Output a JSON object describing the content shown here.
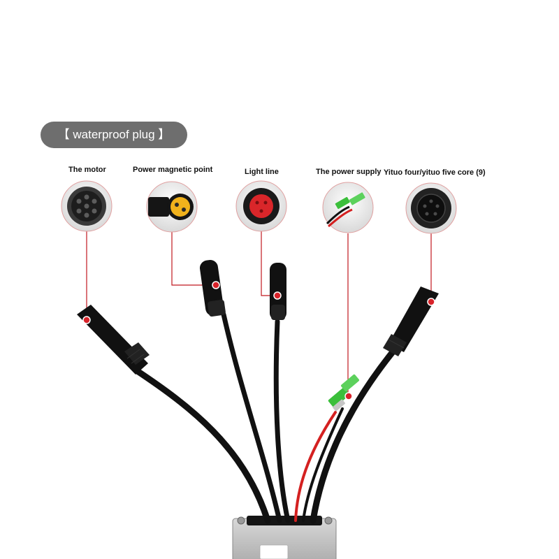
{
  "badge": {
    "text": "【 waterproof plug 】"
  },
  "connectors": [
    {
      "label": "The motor"
    },
    {
      "label": "Power magnetic point"
    },
    {
      "label": "Light line"
    },
    {
      "label": "The power supply"
    },
    {
      "label": "Yituo four/yituo five core (9)"
    }
  ],
  "colors": {
    "badge_bg": "#6e6e6e",
    "callout_line": "#c0181f",
    "dot": "#d8232a",
    "cable": "#111111",
    "power_wire": "#d42020"
  }
}
